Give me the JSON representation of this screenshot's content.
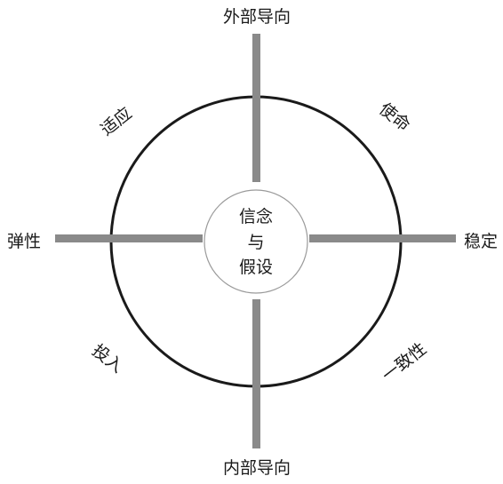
{
  "diagram": {
    "axes": {
      "top": "外部导向",
      "bottom": "内部导向",
      "left": "弹性",
      "right": "稳定"
    },
    "quadrants": {
      "top_left": "适应",
      "top_right": "使命",
      "bottom_left": "投入",
      "bottom_right": "一致性"
    },
    "center": {
      "line1": "信念",
      "line2": "与",
      "line3": "假设"
    },
    "colors": {
      "stroke": "#1a1a1a",
      "bar": "#8a8a8a",
      "inner_circle": "#9a9a9a"
    }
  }
}
